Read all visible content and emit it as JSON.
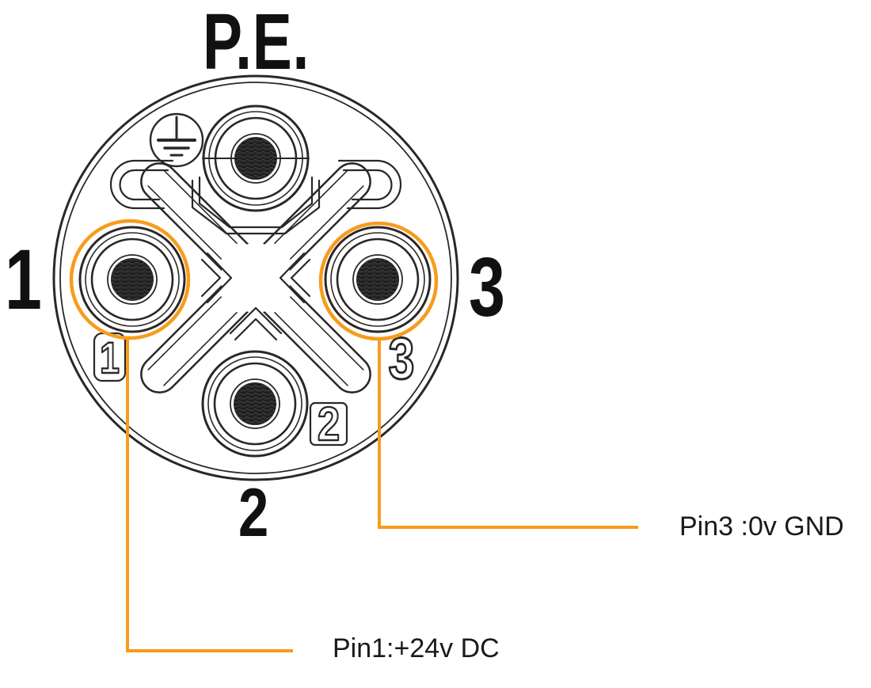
{
  "diagram": {
    "type": "circular-connector-pinout",
    "title": "P.E.",
    "face_labels": {
      "pe": "P.E.",
      "pin1": "1",
      "pin2": "2",
      "pin3": "3"
    },
    "engraved_labels": {
      "pin1": "1",
      "pin2": "2",
      "pin3": "3"
    },
    "icons": {
      "ground": "protective-earth-ground-icon"
    },
    "annotations": {
      "pin1": {
        "text": "Pin1:+24v DC"
      },
      "pin3": {
        "text": "Pin3 :0v GND"
      }
    },
    "colors": {
      "accent_orange": "#F79C1B",
      "line_dark": "#2B2726",
      "text_black": "#111111"
    }
  }
}
